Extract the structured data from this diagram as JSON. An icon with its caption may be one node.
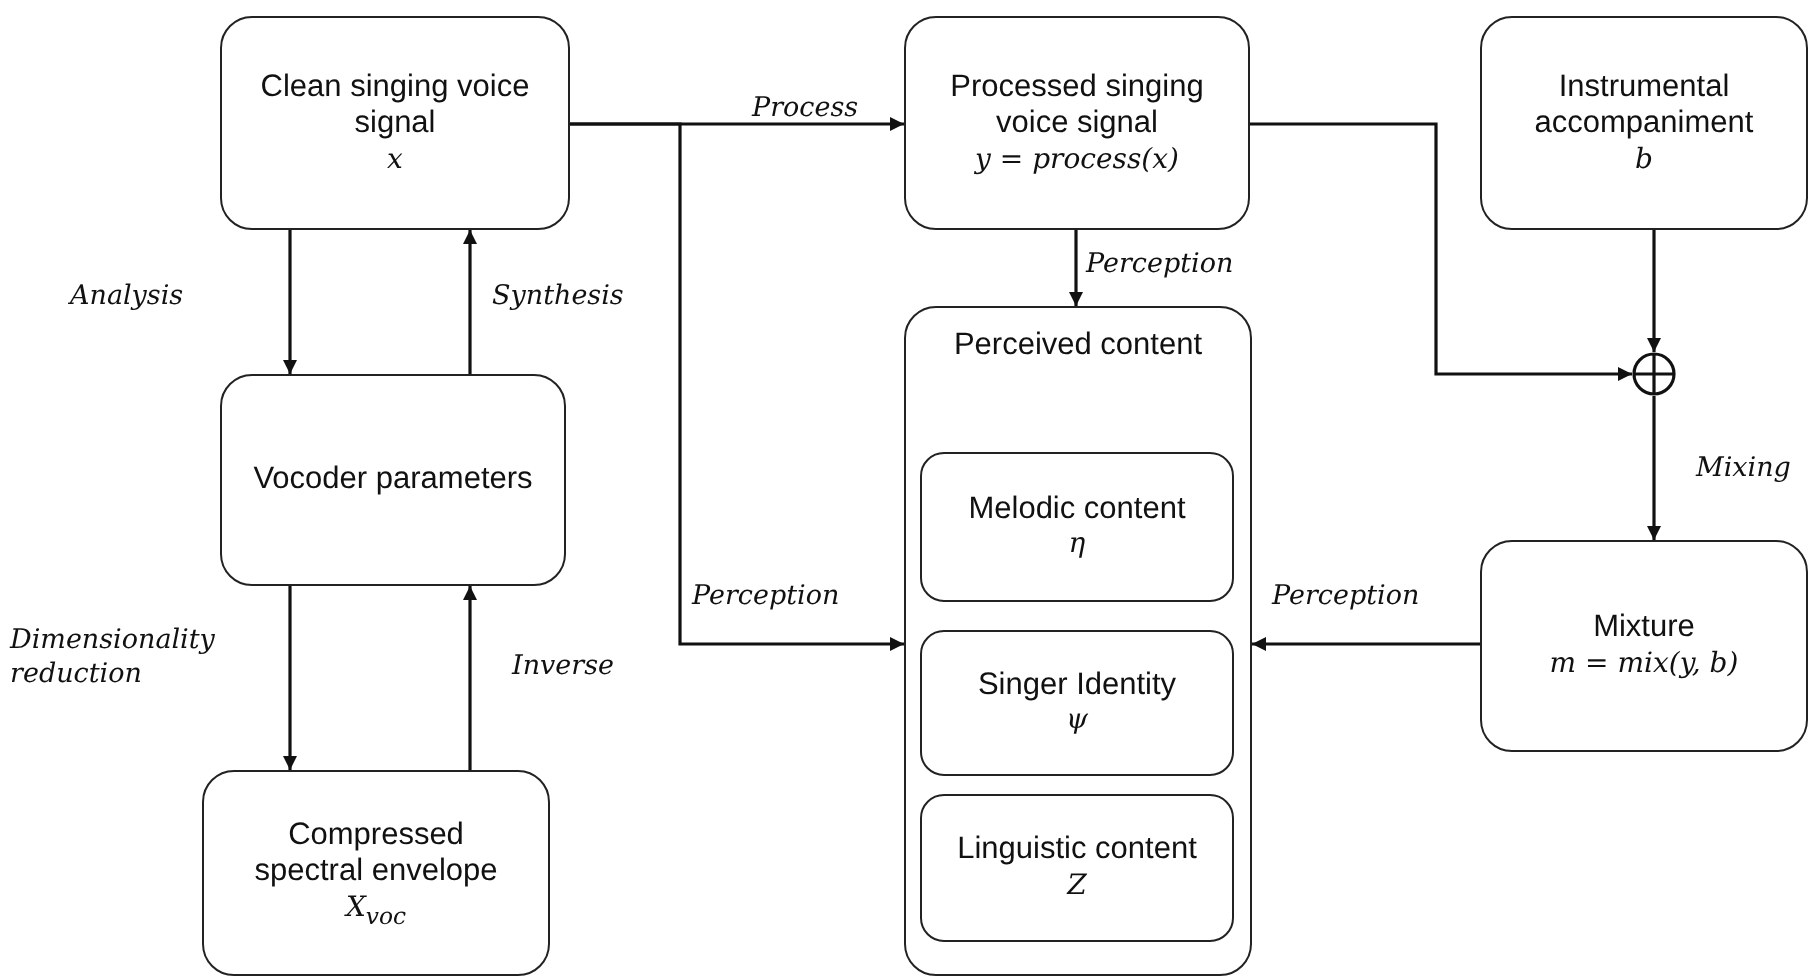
{
  "diagram": {
    "nodes": [
      {
        "text": [
          "Clean singing voice signal",
          "x"
        ]
      },
      {
        "text": [
          "Vocoder parameters"
        ]
      },
      {
        "text": [
          "Compressed spectral envelope",
          "X$_{voc}$"
        ]
      },
      {
        "text": [
          "Processed singing voice signal",
          "y = process(x)"
        ]
      },
      {
        "text": [
          "Perceived content"
        ]
      },
      {
        "text": [
          "Melodic content",
          "η"
        ],
        "in": 4
      },
      {
        "text": [
          "Singer Identity",
          "ψ"
        ],
        "in": 4
      },
      {
        "text": [
          "Linguistic content",
          "Z"
        ],
        "in": 4
      },
      {
        "text": [
          "Instrumental accompaniment",
          "b"
        ]
      },
      {
        "text": [],
        "shape": "circle"
      },
      {
        "text": [
          "Mixture",
          "m = mix(y, b)"
        ]
      }
    ],
    "edges": [
      {
        "from": 0,
        "to": 1,
        "arrow": "to",
        "label": "Analysis"
      },
      {
        "from": 1,
        "to": 0,
        "arrow": "to",
        "label": "Synthesis"
      },
      {
        "from": 1,
        "to": 2,
        "arrow": "to",
        "label": "Dimensionality reduction"
      },
      {
        "from": 2,
        "to": 1,
        "arrow": "to",
        "label": "Inverse"
      },
      {
        "from": 0,
        "to": 3,
        "arrow": "to",
        "label": "Process"
      },
      {
        "from": 0,
        "to": 4,
        "arrow": "to",
        "label": "Perception"
      },
      {
        "from": 3,
        "to": 4,
        "arrow": "to",
        "label": "Perception"
      },
      {
        "from": 3,
        "to": 9,
        "arrow": "to"
      },
      {
        "from": 8,
        "to": 9,
        "arrow": "to"
      },
      {
        "from": 9,
        "to": 10,
        "arrow": "to",
        "label": "Mixing"
      },
      {
        "from": 10,
        "to": 4,
        "arrow": "to",
        "label": "Perception"
      }
    ]
  }
}
